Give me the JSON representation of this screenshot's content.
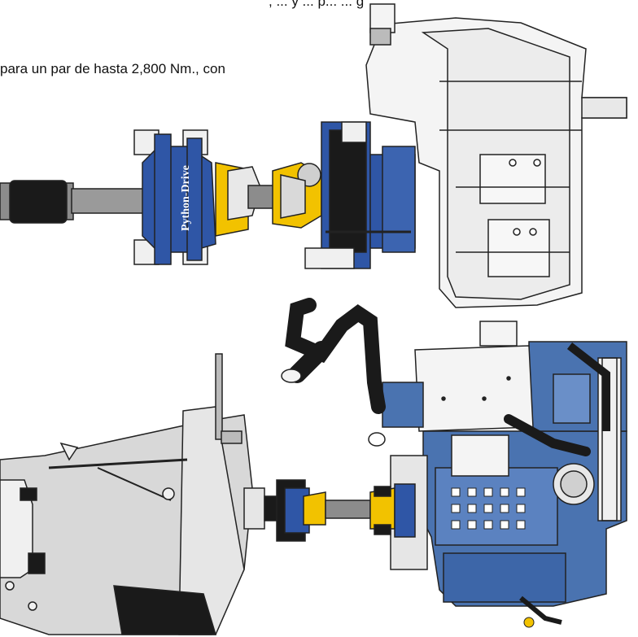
{
  "text": {
    "top_fragment": ", ... y ... p... ... g",
    "caption": "para un par de hasta 2,800 Nm., con"
  },
  "labels": {
    "coupling_brand": "Python-Drive"
  },
  "colors": {
    "coupling_blue": "#2f56a6",
    "engine_blue": "#4a73b0",
    "yoke_yellow": "#f2c200",
    "shaft_gray": "#8c8c8c",
    "hose_black": "#1a1a1a",
    "housing_white": "#f4f4f4",
    "outline": "#222222"
  }
}
